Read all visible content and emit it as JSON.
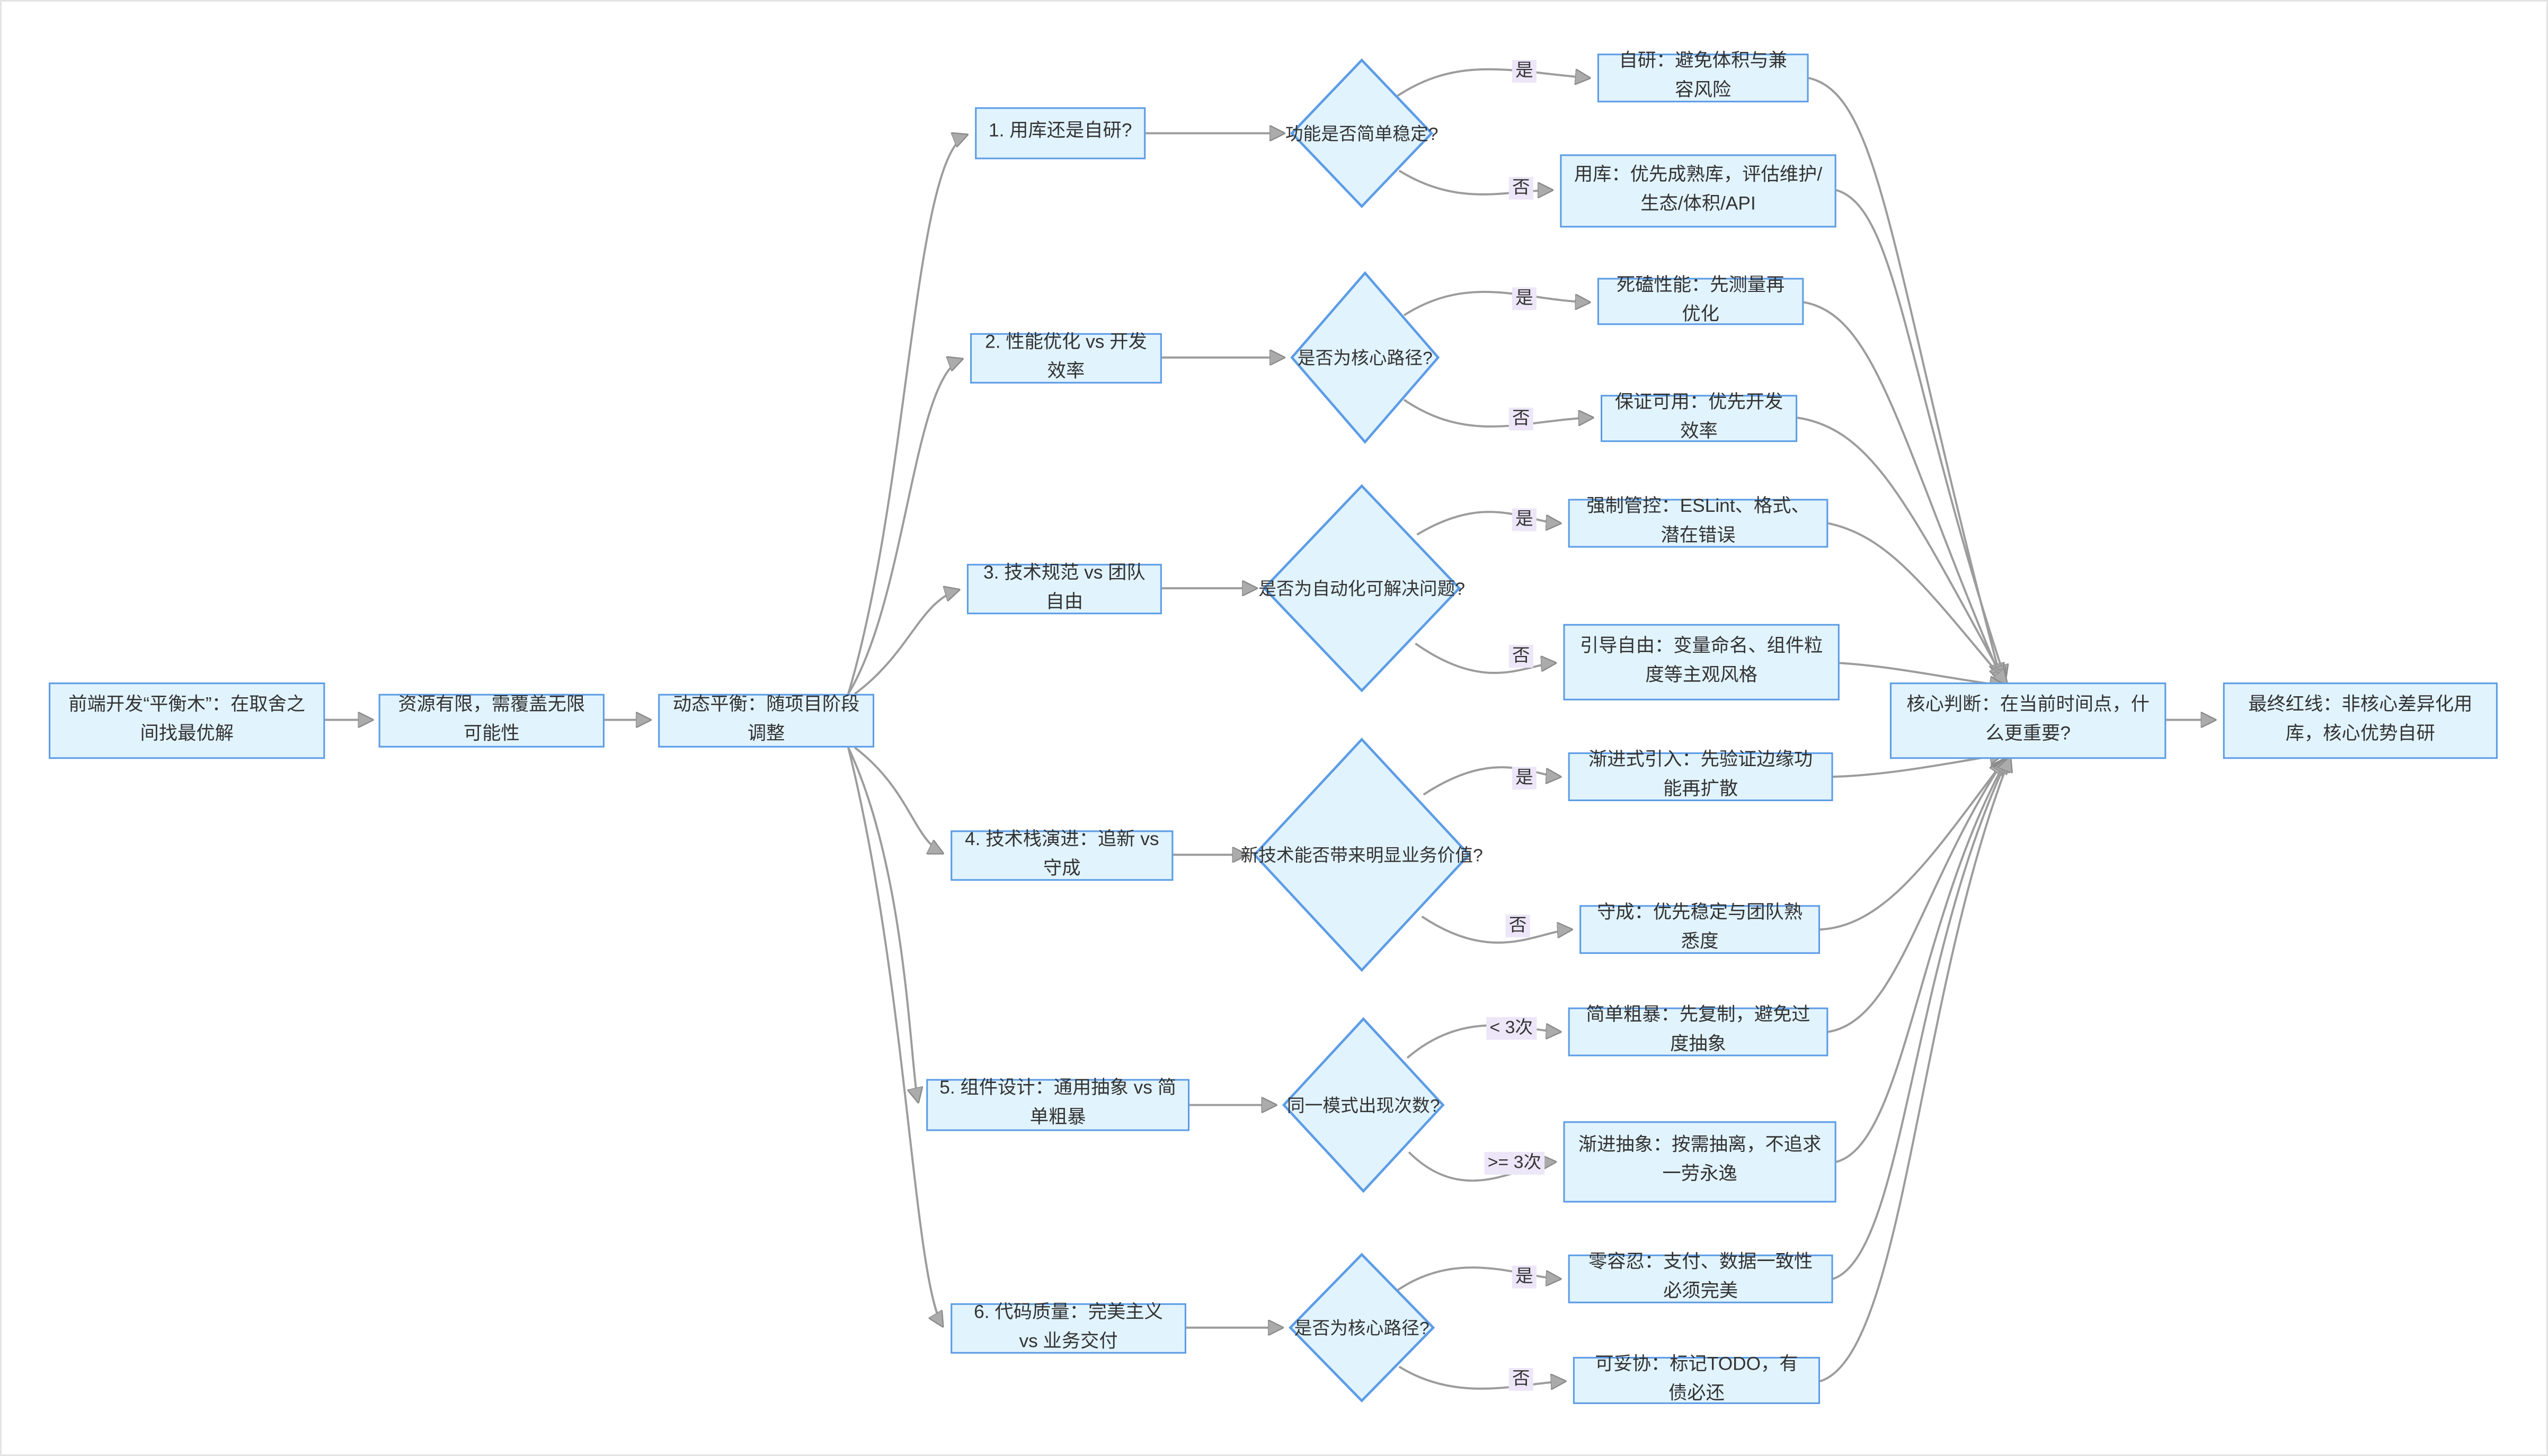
{
  "colors": {
    "node_fill": "#E1F3FD",
    "node_border": "#5C9CE6",
    "edge_line": "#9C9C9C",
    "edge_label_bg": "#ECE6F8",
    "text": "#333333",
    "background": "#FFFFFF"
  },
  "diagram_type": "flowchart-LR",
  "nodes": {
    "start": {
      "label": "前端开发“平衡木”：在取舍之间找最优解"
    },
    "context": {
      "label": "资源有限，需覆盖无限可能性"
    },
    "balance": {
      "label": "动态平衡：随项目阶段调整"
    },
    "q1": {
      "label": "1. 用库还是自研?"
    },
    "q2": {
      "label": "2. 性能优化 vs 开发效率"
    },
    "q3": {
      "label": "3. 技术规范 vs 团队自由"
    },
    "q4": {
      "label": "4. 技术栈演进：追新 vs 守成"
    },
    "q5": {
      "label": "5. 组件设计：通用抽象 vs 简单粗暴"
    },
    "q6": {
      "label": "6. 代码质量：完美主义 vs 业务交付"
    },
    "d1": {
      "label": "功能是否简单稳定?"
    },
    "d2": {
      "label": "是否为核心路径?"
    },
    "d3": {
      "label": "是否为自动化可解决问题?"
    },
    "d4": {
      "label": "新技术能否带来明显业务价值?"
    },
    "d5": {
      "label": "同一模式出现次数?"
    },
    "d6": {
      "label": "是否为核心路径?"
    },
    "r1a": {
      "label": "自研：避免体积与兼容风险"
    },
    "r1b": {
      "label": "用库：优先成熟库，评估维护/生态/体积/API"
    },
    "r2a": {
      "label": "死磕性能：先测量再优化"
    },
    "r2b": {
      "label": "保证可用：优先开发效率"
    },
    "r3a": {
      "label": "强制管控：ESLint、格式、潜在错误"
    },
    "r3b": {
      "label": "引导自由：变量命名、组件粒度等主观风格"
    },
    "r4a": {
      "label": "渐进式引入：先验证边缘功能再扩散"
    },
    "r4b": {
      "label": "守成：优先稳定与团队熟悉度"
    },
    "r5a": {
      "label": "简单粗暴：先复制，避免过度抽象"
    },
    "r5b": {
      "label": "渐进抽象：按需抽离，不追求一劳永逸"
    },
    "r6a": {
      "label": "零容忍：支付、数据一致性必须完美"
    },
    "r6b": {
      "label": "可妥协：标记TODO，有债必还"
    },
    "core": {
      "label": "核心判断：在当前时间点，什么更重要?"
    },
    "redline": {
      "label": "最终红线：非核心差异化用库，核心优势自研"
    }
  },
  "edges": [
    {
      "from": "start",
      "to": "context"
    },
    {
      "from": "context",
      "to": "balance"
    },
    {
      "from": "balance",
      "to": "q1"
    },
    {
      "from": "balance",
      "to": "q2"
    },
    {
      "from": "balance",
      "to": "q3"
    },
    {
      "from": "balance",
      "to": "q4"
    },
    {
      "from": "balance",
      "to": "q5"
    },
    {
      "from": "balance",
      "to": "q6"
    },
    {
      "from": "q1",
      "to": "d1"
    },
    {
      "from": "q2",
      "to": "d2"
    },
    {
      "from": "q3",
      "to": "d3"
    },
    {
      "from": "q4",
      "to": "d4"
    },
    {
      "from": "q5",
      "to": "d5"
    },
    {
      "from": "q6",
      "to": "d6"
    },
    {
      "from": "d1",
      "to": "r1a",
      "label": "是"
    },
    {
      "from": "d1",
      "to": "r1b",
      "label": "否"
    },
    {
      "from": "d2",
      "to": "r2a",
      "label": "是"
    },
    {
      "from": "d2",
      "to": "r2b",
      "label": "否"
    },
    {
      "from": "d3",
      "to": "r3a",
      "label": "是"
    },
    {
      "from": "d3",
      "to": "r3b",
      "label": "否"
    },
    {
      "from": "d4",
      "to": "r4a",
      "label": "是"
    },
    {
      "from": "d4",
      "to": "r4b",
      "label": "否"
    },
    {
      "from": "d5",
      "to": "r5a",
      "label": "< 3次"
    },
    {
      "from": "d5",
      "to": "r5b",
      "label": ">= 3次"
    },
    {
      "from": "d6",
      "to": "r6a",
      "label": "是"
    },
    {
      "from": "d6",
      "to": "r6b",
      "label": "否"
    },
    {
      "from": "r1a",
      "to": "core"
    },
    {
      "from": "r1b",
      "to": "core"
    },
    {
      "from": "r2a",
      "to": "core"
    },
    {
      "from": "r2b",
      "to": "core"
    },
    {
      "from": "r3a",
      "to": "core"
    },
    {
      "from": "r3b",
      "to": "core"
    },
    {
      "from": "r4a",
      "to": "core"
    },
    {
      "from": "r4b",
      "to": "core"
    },
    {
      "from": "r5a",
      "to": "core"
    },
    {
      "from": "r5b",
      "to": "core"
    },
    {
      "from": "r6a",
      "to": "core"
    },
    {
      "from": "r6b",
      "to": "core"
    },
    {
      "from": "core",
      "to": "redline"
    }
  ]
}
